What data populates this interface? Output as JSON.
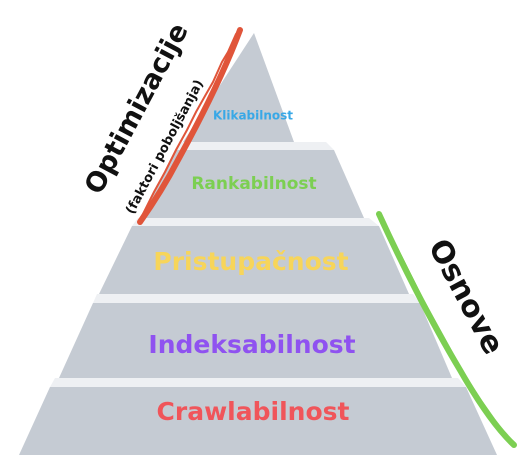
{
  "pyramid": {
    "tiers": [
      {
        "label": "Crawlabilnost",
        "color": "#f0555a"
      },
      {
        "label": "Indeksabilnost",
        "color": "#8f52f0"
      },
      {
        "label": "Pristupačnost",
        "color": "#f7d55a"
      },
      {
        "label": "Rankabilnost",
        "color": "#7ccf52"
      },
      {
        "label": "Klikabilnost",
        "color": "#39a8e6"
      }
    ]
  },
  "left_bracket": {
    "title": "Optimizacije",
    "subtitle": "(faktori poboljšanja)",
    "color": "#e0553a"
  },
  "right_bracket": {
    "title": "Osnove",
    "color": "#7ccf52"
  }
}
